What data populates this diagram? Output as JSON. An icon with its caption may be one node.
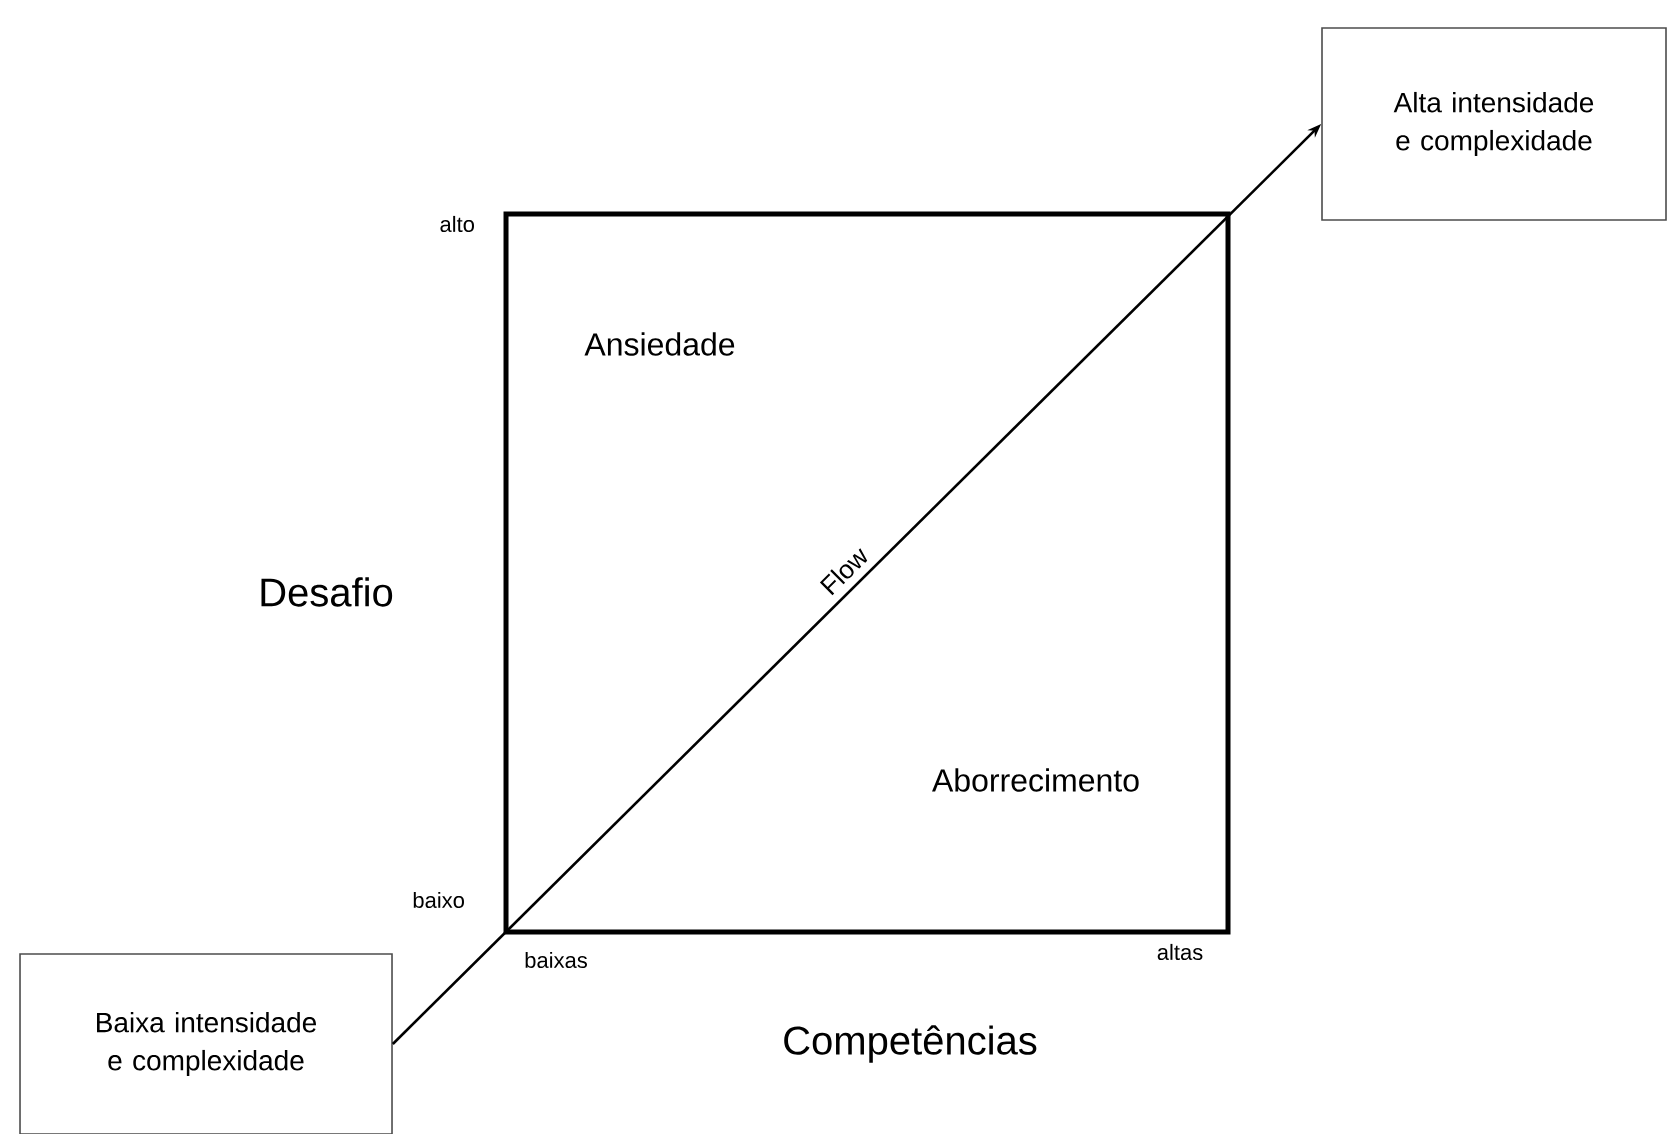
{
  "diagram": {
    "nodes": [
      {
        "text": [
          "Alta intensidade e complexidade"
        ]
      },
      {
        "text": [
          "Baixa intensidade e complexidade"
        ]
      }
    ],
    "edges": [
      {
        "from": 1,
        "to": 0,
        "arrow": "to",
        "label": "Flow"
      }
    ],
    "labels": [
      "alto",
      "Ansiedade",
      "Desafio",
      "Aborrecimento",
      "baixo",
      "baixas",
      "altas",
      "Competências"
    ]
  }
}
